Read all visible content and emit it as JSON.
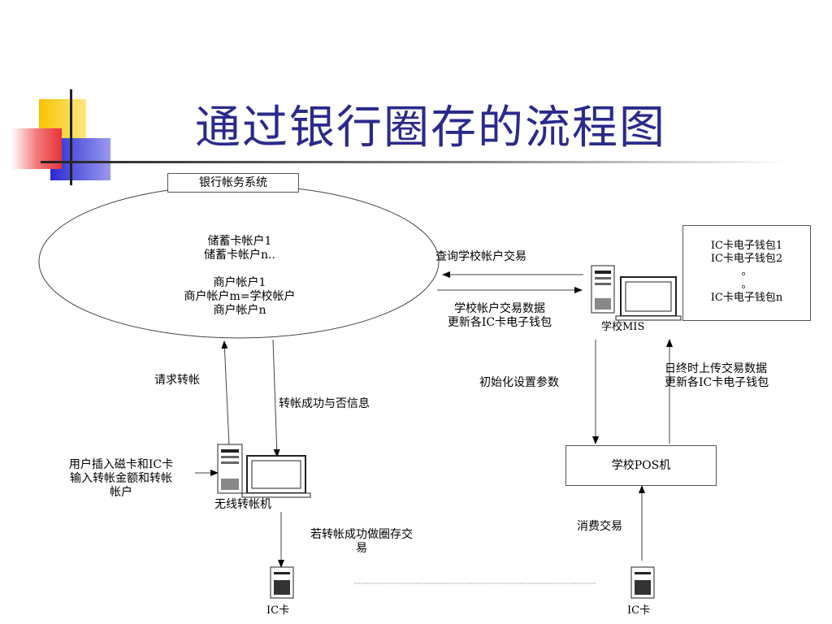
{
  "slide": {
    "title": "通过银行圈存的流程图"
  },
  "diagram": {
    "bank_system_label": "银行帐务系统",
    "accounts": [
      "储蓄卡帐户1",
      "储蓄卡帐户n..",
      "",
      "商户帐户1",
      "商户帐户m=学校帐户",
      "商户帐户n"
    ],
    "query_label": "查询学校帐户交易",
    "update_label_line1": "学校帐户交易数据",
    "update_label_line2": "更新各IC卡电子钱包",
    "school_mis_label": "学校MIS",
    "wallet_lines": [
      "IC卡电子钱包1",
      "IC卡电子钱包2",
      "。",
      "。",
      "IC卡电子钱包n"
    ],
    "transfer_request_label": "请求转帐",
    "transfer_result_label": "转帐成功与否信息",
    "init_params_label": "初始化设置参数",
    "daily_upload_line1": "日终时上传交易数据",
    "daily_upload_line2": "更新各IC卡电子钱包",
    "user_insert_line1": "用户插入磁卡和IC卡",
    "user_insert_line2": "输入转帐金额和转帐",
    "user_insert_line3": "帐户",
    "wireless_terminal_label": "无线转帐机",
    "school_pos_label": "学校POS机",
    "loadup_line1": "若转帐成功做圈存交",
    "loadup_line2": "易",
    "consume_label": "消费交易",
    "ic_card_left_label": "IC卡",
    "ic_card_right_label": "IC卡"
  },
  "colors": {
    "title": "#2a2a8c",
    "deco_yellow": "#f5c400",
    "deco_blue": "#3a3ad0",
    "deco_red": "#e8333a"
  }
}
